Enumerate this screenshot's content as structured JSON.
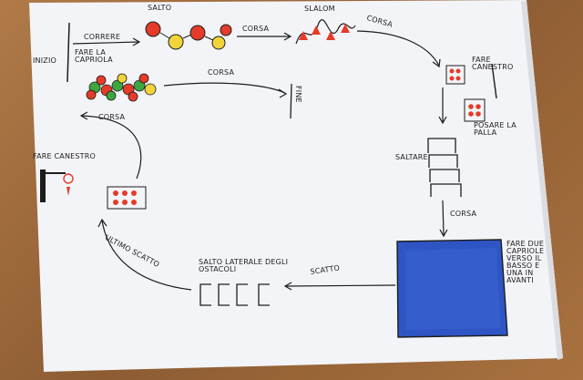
{
  "labels": {
    "inizio": "INIZIO",
    "correre": "CORRERE",
    "fare_la_capriola": "FARE LA CAPRIOLA",
    "salto": "SALTO",
    "corsa_top": "CORSA",
    "slalom": "SLALOM",
    "corsa_right": "CORSA",
    "fare_canestro_right": "FARE CANESTRO",
    "corsa_mid": "CORSA",
    "fine": "FINE",
    "posare_la_palla": "POSARE LA PALLA",
    "saltare": "SALTARE",
    "corsa_lower": "CORSA",
    "corsa_left": "CORSA",
    "fare_canestro_left": "FARE CANESTRO",
    "fare_due_capriole": "FARE DUE CAPRIOLE VERSO IL BASSO E UNA IN AVANTI",
    "scatto_right": "SCATTO",
    "salto_laterale": "SALTO LATERALE DEGLI OSTACOLI",
    "ultimo_scatto": "ULTIMO SCATTO"
  },
  "colors": {
    "paper": "#f3f4f7",
    "ink": "#1d1d1d",
    "mat": "#2f55c4",
    "red": "#e53b2a",
    "yellow": "#f2d43a",
    "green": "#3ea640",
    "wood": "#9b6a3f"
  }
}
